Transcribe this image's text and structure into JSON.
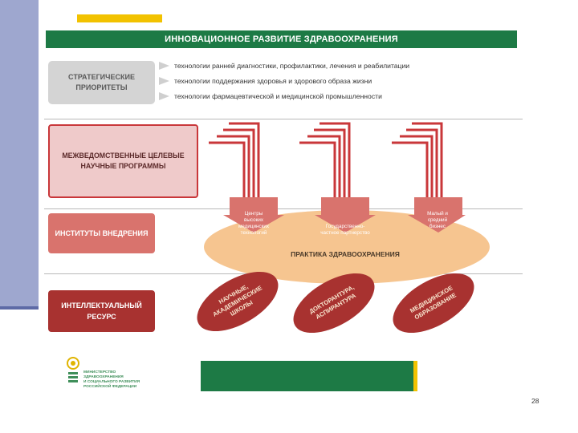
{
  "title": "ИННОВАЦИОННОЕ РАЗВИТИЕ ЗДРАВООХРАНЕНИЯ",
  "priorities": {
    "label_line1": "СТРАТЕГИЧЕСКИЕ",
    "label_line2": "ПРИОРИТЕТЫ",
    "items": [
      "технологии ранней диагностики, профилактики, лечения и реабилитации",
      "технологии поддержания здоровья и здорового образа жизни",
      "технологии фармацевтической и медицинской промышленности"
    ]
  },
  "programs": {
    "line1": "МЕЖВЕДОМСТВЕННЫЕ ЦЕЛЕВЫЕ",
    "line2": "НАУЧНЫЕ ПРОГРАММЫ"
  },
  "institutes": {
    "label": "ИНСТИТУТЫ ВНЕДРЕНИЯ"
  },
  "intellect": {
    "line1": "ИНТЕЛЛЕКТУАЛЬНЫЙ",
    "line2": "РЕСУРС"
  },
  "streams": [
    {
      "line1": "Центры",
      "line2": "высоких",
      "line3": "медицинских",
      "line4": "технологий"
    },
    {
      "line1": "Государственно-",
      "line2": "частное партнерство",
      "line3": "",
      "line4": ""
    },
    {
      "line1": "Малый и",
      "line2": "средний",
      "line3": "бизнес",
      "line4": ""
    }
  ],
  "practice": {
    "label": "ПРАКТИКА ЗДРАВООХРАНЕНИЯ"
  },
  "leaves": [
    {
      "line1": "НАУЧНЫЕ, АКАДЕМИЧЕСКИЕ",
      "line2": "ШКОЛЫ"
    },
    {
      "line1": "ДОКТОРАНТУРА,",
      "line2": "АСПИРАНТУРА"
    },
    {
      "line1": "МЕДИЦИНСКОЕ",
      "line2": "ОБРАЗОВАНИЕ"
    }
  ],
  "logo": {
    "line1": "МИНИСТЕРСТВО",
    "line2": "ЗДРАВООХРАНЕНИЯ",
    "line3": "И СОЦИАЛЬНОГО РАЗВИТИЯ",
    "line4": "РОССИЙСКОЙ ФЕДЕРАЦИИ"
  },
  "page_number": "28",
  "colors": {
    "title_green": "#1d7a45",
    "accent_yellow": "#f2c200",
    "arrow_red": "#c9373a",
    "dark_red": "#a83230",
    "practice_orange": "#f6c590",
    "side_blue": "#9ea7cf"
  }
}
